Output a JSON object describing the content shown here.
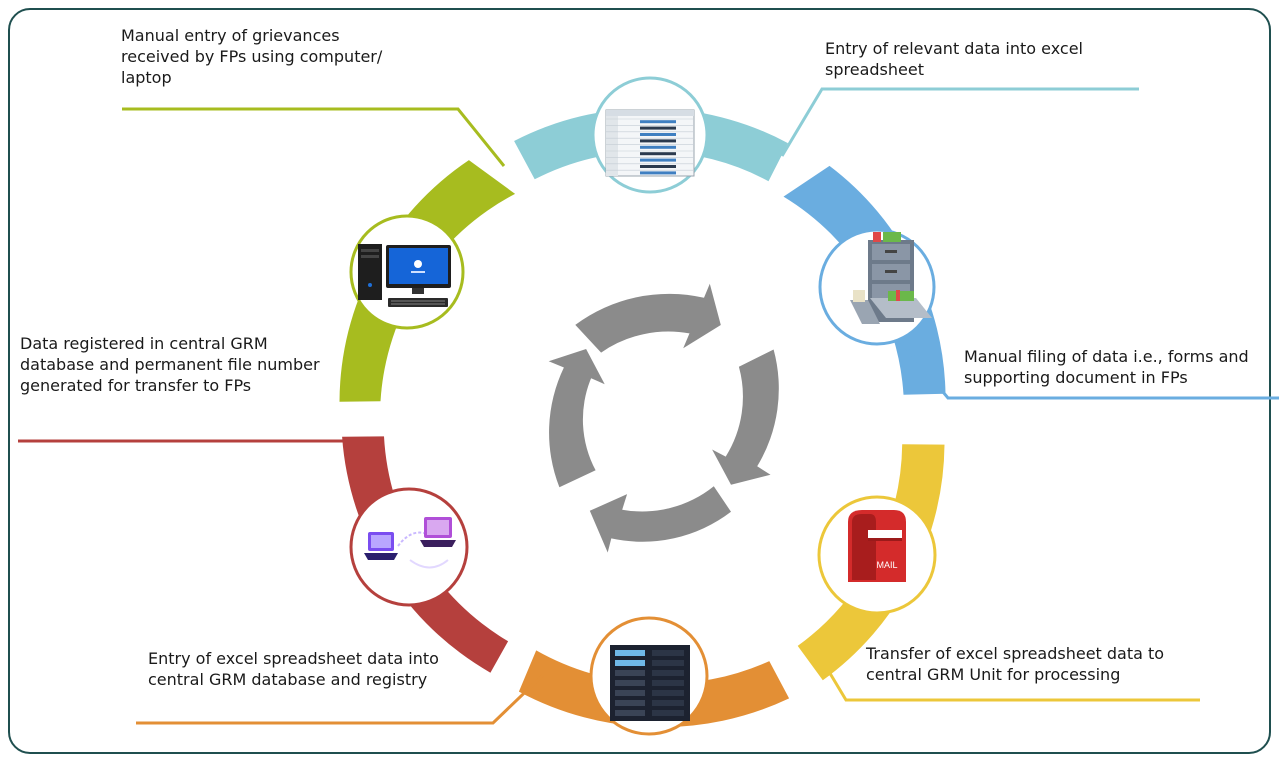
{
  "steps": [
    {
      "id": "manual-entry",
      "text": "Manual entry of grievances received by FPs using computer/ laptop",
      "color": "#a7bc1f",
      "icon": "desktop-computer-icon"
    },
    {
      "id": "excel-entry",
      "text": "Entry of relevant data into excel spreadsheet",
      "color": "#8dcdd6",
      "icon": "spreadsheet-icon"
    },
    {
      "id": "manual-filing",
      "text": "Manual filing of data i.e., forms and supporting document in FPs",
      "color": "#6aade0",
      "icon": "filing-cabinet-icon"
    },
    {
      "id": "transfer",
      "text": "Transfer of excel spreadsheet data to central GRM Unit for processing",
      "color": "#ecc73a",
      "icon": "mailbox-icon",
      "icon_text": "MAIL"
    },
    {
      "id": "database-entry",
      "text": "Entry of excel spreadsheet data into central GRM database and registry",
      "color": "#e38f35",
      "icon": "server-rack-icon"
    },
    {
      "id": "registered",
      "text": "Data registered in central GRM database and permanent file number generated for transfer to FPs",
      "color": "#b5403d",
      "icon": "laptops-transfer-icon"
    }
  ],
  "center_arrows_color": "#8b8b8b"
}
